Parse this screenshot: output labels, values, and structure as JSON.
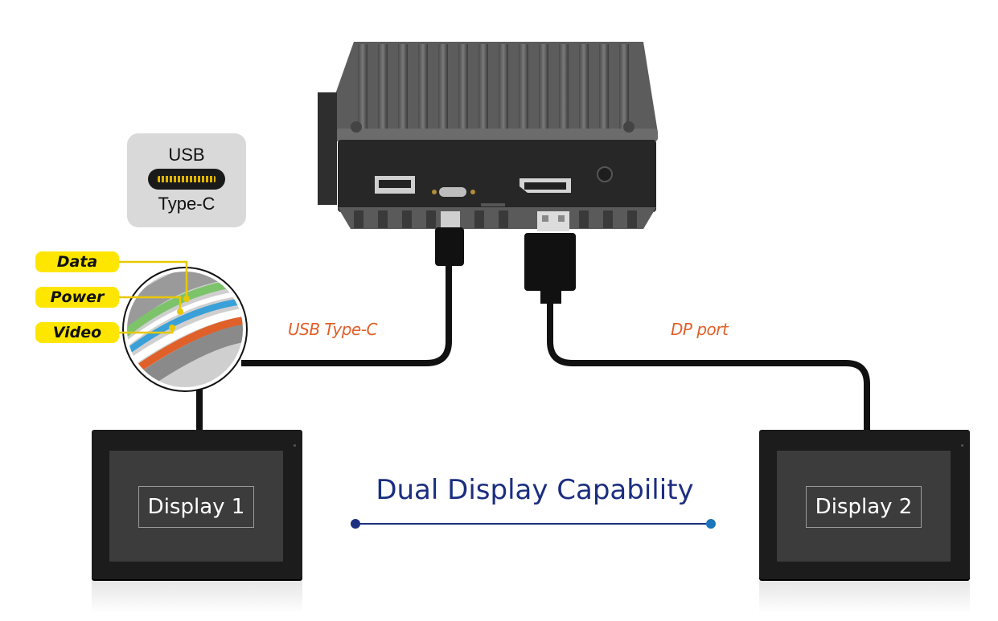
{
  "usb_badge": {
    "top_label": "USB",
    "bottom_label": "Type-C"
  },
  "cable_layers": [
    "Data",
    "Power",
    "Video"
  ],
  "cables": {
    "usb_label": "USB Type-C",
    "dp_label": "DP port"
  },
  "displays": [
    "Display 1",
    "Display 2"
  ],
  "caption": "Dual Display Capability",
  "colors": {
    "caption": "#1b2e80",
    "cable_label": "#e0602a",
    "tag": "#ffe600",
    "line_end": "#1b75bb"
  }
}
